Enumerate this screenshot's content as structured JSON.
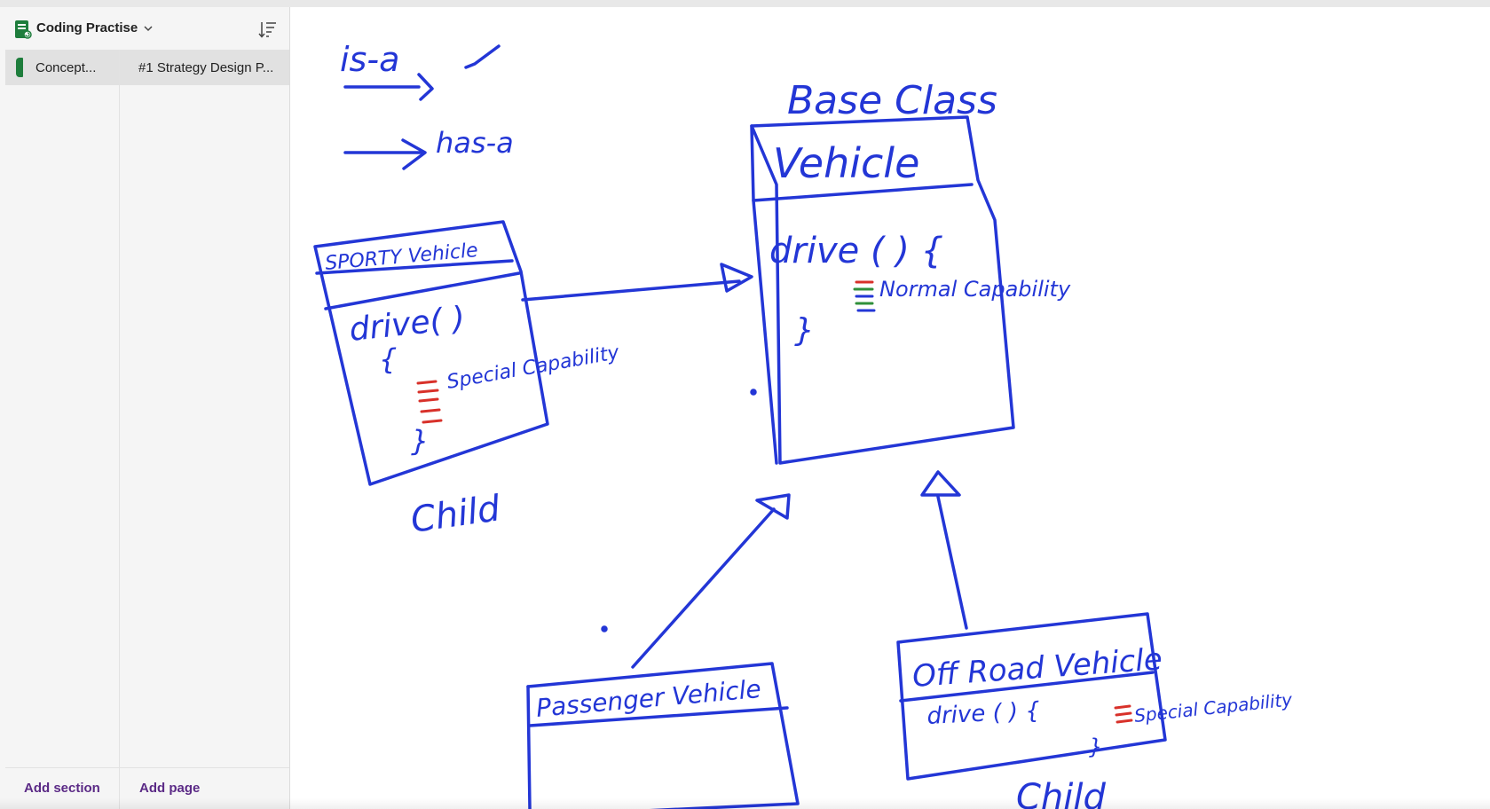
{
  "sidebar": {
    "notebook_title": "Coding Practise",
    "section_label": "Concept...",
    "page_label": "#1 Strategy Design P...",
    "add_section_label": "Add section",
    "add_page_label": "Add page",
    "section_color": "#1e7d3c",
    "link_color": "#5b2a86"
  },
  "icons": {
    "notebook": "notebook-icon",
    "chevron": "chevron-down-icon",
    "sort": "sort-icon"
  },
  "canvas": {
    "ink_color": "#2336d6",
    "accent_red": "#d8312a",
    "accent_green": "#2f8f3a",
    "legend": {
      "is_a": "is-a",
      "has_a": "has-a"
    },
    "base_class": {
      "caption": "Base Class",
      "name": "Vehicle",
      "method": "drive ( ) {",
      "note": "Normal Capability",
      "close": "}"
    },
    "sporty": {
      "name": "SPORTY Vehicle",
      "method": "drive( )",
      "open": "{",
      "note": "Special Capability",
      "close": "}",
      "caption": "Child"
    },
    "passenger": {
      "name": "Passenger Vehicle"
    },
    "offroad": {
      "name": "Off Road Vehicle",
      "method": "drive ( ) {",
      "note": "Special Capability",
      "close": "}",
      "caption": "Child"
    }
  }
}
